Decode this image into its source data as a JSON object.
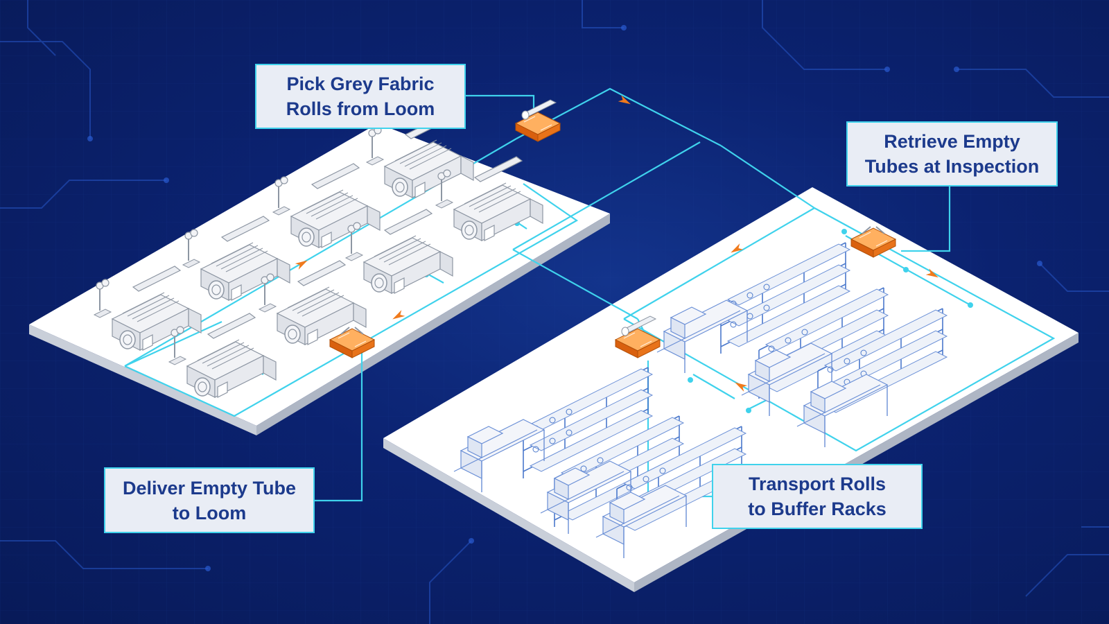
{
  "callouts": {
    "pick": {
      "line1": "Pick Grey Fabric",
      "line2": "Rolls from Loom"
    },
    "retrieve": {
      "line1": "Retrieve Empty",
      "line2": "Tubes at Inspection"
    },
    "deliver": {
      "line1": "Deliver Empty Tube",
      "line2": "to Loom"
    },
    "transport": {
      "line1": "Transport Rolls",
      "line2": "to Buffer Racks"
    }
  },
  "colors": {
    "background": "#0b2270",
    "circuit": "#2a5bd0",
    "path": "#3fd2ec",
    "floor": "#ffffff",
    "floor_edge": "#c9cfd9",
    "agv": "#f07a1c",
    "arrow": "#f07a1c",
    "machine": "#a9b1bd",
    "rack": "#3f6fc8"
  },
  "icons": {
    "agv": "agv-robot-icon",
    "loom": "loom-machine-icon",
    "rack": "buffer-rack-icon",
    "inspection": "inspection-machine-icon"
  }
}
